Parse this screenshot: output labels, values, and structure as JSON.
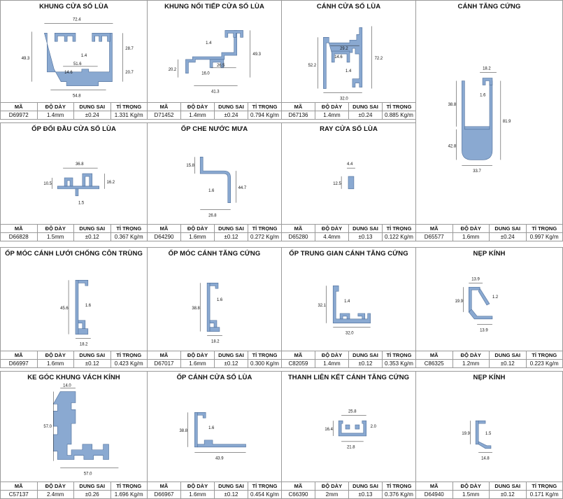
{
  "headers": {
    "code": "MÃ",
    "thickness": "ĐỘ DÀY",
    "tolerance": "DUNG SAI",
    "weight": "TỈ TRỌNG"
  },
  "profiles": {
    "p1": {
      "title": "KHUNG CỬA SỔ LÙA",
      "code": "D69972",
      "thickness": "1.4mm",
      "tolerance": "±0.24",
      "weight": "1.331 Kg/m",
      "dims": [
        "72.4",
        "49.3",
        "28.7",
        "20.7",
        "1.4",
        "14.6",
        "51.6",
        "54.8"
      ]
    },
    "p2": {
      "title": "KHUNG NỐI TIẾP CỬA SỔ LÙA",
      "code": "D71452",
      "thickness": "1.4mm",
      "tolerance": "±0.24",
      "weight": "0.794 Kg/m",
      "dims": [
        "1.4",
        "49.3",
        "20.2",
        "16.0",
        "26.5",
        "41.3"
      ]
    },
    "p3": {
      "title": "CÁNH CỬA SỔ LÙA",
      "code": "D67136",
      "thickness": "1.4mm",
      "tolerance": "±0.24",
      "weight": "0.885 Kg/m",
      "dims": [
        "29.2",
        "14.6",
        "52.2",
        "72.2",
        "1.4",
        "32.0"
      ]
    },
    "p4": {
      "title": "CÁNH TĂNG CỨNG",
      "code": "D65577",
      "thickness": "1.6mm",
      "tolerance": "±0.24",
      "weight": "0.997 Kg/m",
      "dims": [
        "18.2",
        "38.8",
        "1.6",
        "81.9",
        "42.8",
        "33.7"
      ]
    },
    "p5": {
      "title": "ỐP ĐỐI ĐẦU CỬA SỔ LÙA",
      "code": "D66828",
      "thickness": "1.5mm",
      "tolerance": "±0.12",
      "weight": "0.367 Kg/m",
      "dims": [
        "36.8",
        "10.5",
        "16.2",
        "1.5"
      ]
    },
    "p6": {
      "title": "ỐP CHE NƯỚC MƯA",
      "code": "D64290",
      "thickness": "1.6mm",
      "tolerance": "±0.12",
      "weight": "0.272 Kg/m",
      "dims": [
        "15.8",
        "44.7",
        "1.6",
        "26.8"
      ]
    },
    "p7": {
      "title": "RAY CỬA SỔ LÙA",
      "code": "D65280",
      "thickness": "4.4mm",
      "tolerance": "±0.13",
      "weight": "0.122 Kg/m",
      "dims": [
        "4.4",
        "12.5"
      ]
    },
    "p8": {
      "title": "ỐP MÓC CÁNH LƯỚI CHỐNG CÔN TRÙNG",
      "code": "D66997",
      "thickness": "1.6mm",
      "tolerance": "±0.12",
      "weight": "0.423 Kg/m",
      "dims": [
        "45.6",
        "1.6",
        "18.2"
      ]
    },
    "p9": {
      "title": "ỐP MÓC CÁNH TĂNG CỨNG",
      "code": "D67017",
      "thickness": "1.6mm",
      "tolerance": "±0.12",
      "weight": "0.300 Kg/m",
      "dims": [
        "38.8",
        "1.6",
        "18.2"
      ]
    },
    "p10": {
      "title": "ỐP TRUNG GIAN CÁNH TĂNG CỨNG",
      "code": "C82059",
      "thickness": "1.4mm",
      "tolerance": "±0.12",
      "weight": "0.353 Kg/m",
      "dims": [
        "32.1",
        "1.4",
        "32.0"
      ]
    },
    "p11": {
      "title": "NẸP KÍNH",
      "code": "C86325",
      "thickness": "1.2mm",
      "tolerance": "±0.12",
      "weight": "0.223 Kg/m",
      "dims": [
        "13.9",
        "19.9",
        "1.2",
        "13.9"
      ]
    },
    "p12": {
      "title": "KE GÓC KHUNG VÁCH KÍNH",
      "code": "C57137",
      "thickness": "2.4mm",
      "tolerance": "±0.26",
      "weight": "1.696 Kg/m",
      "dims": [
        "14.0",
        "57.0",
        "57.0"
      ]
    },
    "p13": {
      "title": "ỐP CÁNH CỬA SỔ LÙA",
      "code": "D66967",
      "thickness": "1.6mm",
      "tolerance": "±0.12",
      "weight": "0.454 Kg/m",
      "dims": [
        "38.8",
        "1.6",
        "43.9"
      ]
    },
    "p14": {
      "title": "THANH LIÊN KẾT CÁNH TĂNG CỨNG",
      "code": "C66390",
      "thickness": "2mm",
      "tolerance": "±0.13",
      "weight": "0.376 Kg/m",
      "dims": [
        "25.8",
        "16.4",
        "2.0",
        "21.8"
      ]
    },
    "p15": {
      "title": "NẸP KÍNH",
      "code": "D64940",
      "thickness": "1.5mm",
      "tolerance": "±0.12",
      "weight": "0.171 Kg/m",
      "dims": [
        "19.9",
        "1.5",
        "14.8"
      ]
    }
  },
  "colors": {
    "profile_fill": "#8aa9d1",
    "profile_stroke": "#4f6f9a",
    "grid_line": "#9a9a9a"
  }
}
